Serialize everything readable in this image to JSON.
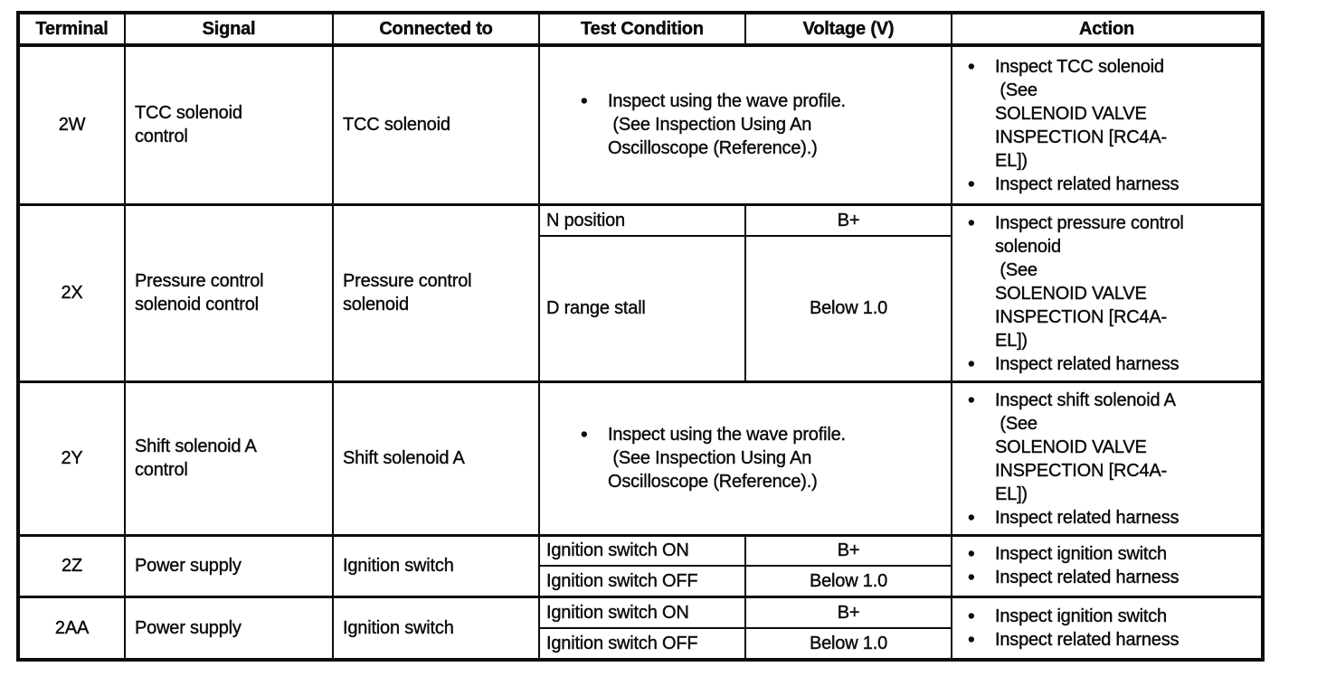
{
  "table": {
    "headers": {
      "terminal": "Terminal",
      "signal": "Signal",
      "connected_to": "Connected to",
      "test_condition": "Test Condition",
      "voltage": "Voltage (V)",
      "action": "Action"
    },
    "bullet_glyph": "•",
    "rows": [
      {
        "terminal": "2W",
        "signal": "TCC solenoid\ncontrol",
        "connected_to": "TCC solenoid",
        "test_condition_merged": "Inspect using the wave profile.\n (See Inspection Using An\nOscilloscope (Reference).)",
        "actions": [
          "Inspect TCC solenoid\n (See\nSOLENOID VALVE\nINSPECTION [RC4A-\nEL])",
          "Inspect related harness"
        ]
      },
      {
        "terminal": "2X",
        "signal": "Pressure control\nsolenoid control",
        "connected_to": "Pressure control\nsolenoid",
        "conditions": [
          {
            "test_condition": "N position",
            "voltage": "B+"
          },
          {
            "test_condition": "D range stall",
            "voltage": "Below 1.0"
          }
        ],
        "actions": [
          "Inspect pressure control\nsolenoid\n (See\nSOLENOID VALVE\nINSPECTION [RC4A-\nEL])",
          "Inspect related harness"
        ]
      },
      {
        "terminal": "2Y",
        "signal": "Shift solenoid A\ncontrol",
        "connected_to": "Shift solenoid A",
        "test_condition_merged": "Inspect using the wave profile.\n (See Inspection Using An\nOscilloscope (Reference).)",
        "actions": [
          "Inspect shift solenoid A\n (See\nSOLENOID VALVE\nINSPECTION [RC4A-\nEL])",
          "Inspect related harness"
        ]
      },
      {
        "terminal": "2Z",
        "signal": "Power supply",
        "connected_to": "Ignition switch",
        "conditions": [
          {
            "test_condition": "Ignition switch ON",
            "voltage": "B+"
          },
          {
            "test_condition": "Ignition switch OFF",
            "voltage": "Below 1.0"
          }
        ],
        "actions": [
          "Inspect ignition switch",
          "Inspect related harness"
        ]
      },
      {
        "terminal": "2AA",
        "signal": "Power supply",
        "connected_to": "Ignition switch",
        "conditions": [
          {
            "test_condition": "Ignition switch ON",
            "voltage": "B+"
          },
          {
            "test_condition": "Ignition switch OFF",
            "voltage": "Below 1.0"
          }
        ],
        "actions": [
          "Inspect ignition switch",
          "Inspect related harness"
        ]
      }
    ]
  }
}
